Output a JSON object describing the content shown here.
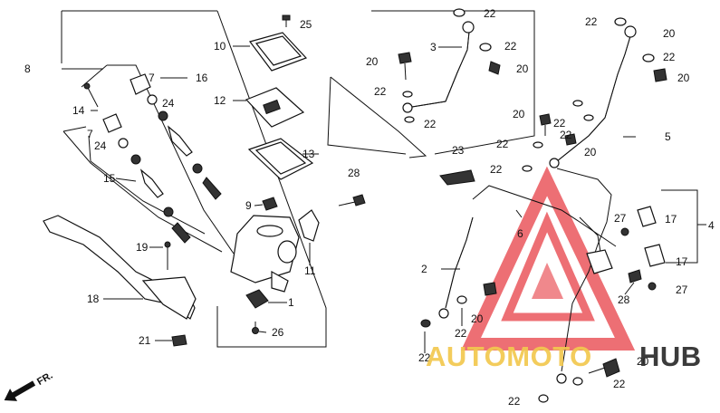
{
  "diagram": {
    "callouts": [
      {
        "id": "c25",
        "text": "25"
      },
      {
        "id": "c10",
        "text": "10"
      },
      {
        "id": "c12",
        "text": "12"
      },
      {
        "id": "c13",
        "text": "13"
      },
      {
        "id": "c9",
        "text": "9"
      },
      {
        "id": "c11",
        "text": "11"
      },
      {
        "id": "c1",
        "text": "1"
      },
      {
        "id": "c26",
        "text": "26"
      },
      {
        "id": "c8",
        "text": "8"
      },
      {
        "id": "c7a",
        "text": "7"
      },
      {
        "id": "c16",
        "text": "16"
      },
      {
        "id": "c24a",
        "text": "24"
      },
      {
        "id": "c14",
        "text": "14"
      },
      {
        "id": "c7b",
        "text": "7"
      },
      {
        "id": "c24b",
        "text": "24"
      },
      {
        "id": "c15",
        "text": "15"
      },
      {
        "id": "c19",
        "text": "19"
      },
      {
        "id": "c18",
        "text": "18"
      },
      {
        "id": "c21",
        "text": "21"
      },
      {
        "id": "c22a",
        "text": "22"
      },
      {
        "id": "c3",
        "text": "3"
      },
      {
        "id": "c22b",
        "text": "22"
      },
      {
        "id": "c20a",
        "text": "20"
      },
      {
        "id": "c20b",
        "text": "20"
      },
      {
        "id": "c22c",
        "text": "22"
      },
      {
        "id": "c22d",
        "text": "22"
      },
      {
        "id": "c28a",
        "text": "28"
      },
      {
        "id": "c23",
        "text": "23"
      },
      {
        "id": "c22e",
        "text": "22"
      },
      {
        "id": "c22f",
        "text": "22"
      },
      {
        "id": "c2",
        "text": "2"
      },
      {
        "id": "c6",
        "text": "6"
      },
      {
        "id": "c20c",
        "text": "20"
      },
      {
        "id": "c22g",
        "text": "22"
      },
      {
        "id": "c22h",
        "text": "22"
      },
      {
        "id": "c22i",
        "text": "22"
      },
      {
        "id": "c20d",
        "text": "20"
      },
      {
        "id": "c22j",
        "text": "22"
      },
      {
        "id": "c20e",
        "text": "20"
      },
      {
        "id": "c20f",
        "text": "20"
      },
      {
        "id": "c22k",
        "text": "22"
      },
      {
        "id": "c22l",
        "text": "22"
      },
      {
        "id": "c5",
        "text": "5"
      },
      {
        "id": "c20g",
        "text": "20"
      },
      {
        "id": "c27a",
        "text": "27"
      },
      {
        "id": "c17a",
        "text": "17"
      },
      {
        "id": "c4",
        "text": "4"
      },
      {
        "id": "c17b",
        "text": "17"
      },
      {
        "id": "c27b",
        "text": "27"
      },
      {
        "id": "c28b",
        "text": "28"
      },
      {
        "id": "c20h",
        "text": "20"
      },
      {
        "id": "c22m",
        "text": "22"
      },
      {
        "id": "c22n",
        "text": "22"
      }
    ],
    "direction_marker": "FR.",
    "watermark": {
      "part_a": "AUTOMOTO",
      "part_b": "HUB",
      "triangle_color": "#e8434a",
      "text_color_a": "#f2c84f",
      "text_color_b": "#2b2b2b"
    }
  }
}
